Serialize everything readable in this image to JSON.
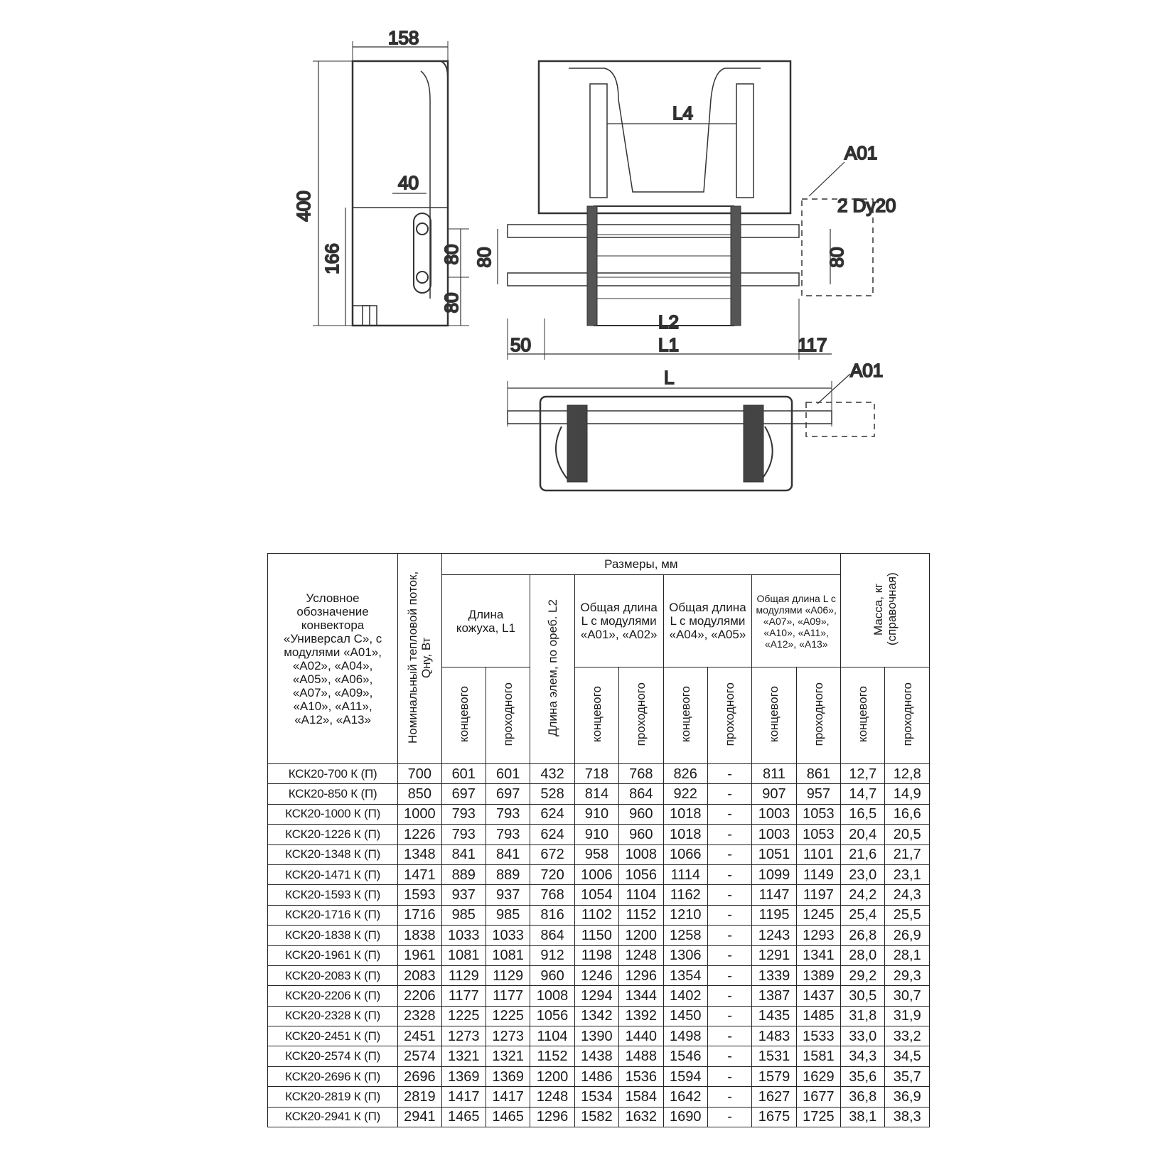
{
  "drawing": {
    "dims": {
      "d158": "158",
      "d400": "400",
      "d40": "40",
      "d166": "166",
      "d80a": "80",
      "d80b": "80",
      "d80c": "80",
      "d80d": "80",
      "L4": "L4",
      "A01_top": "A01",
      "Dy": "2 Dy20",
      "L2": "L2",
      "L1": "L1",
      "d50": "50",
      "d117": "117",
      "L": "L",
      "A01_bottom": "A01"
    }
  },
  "table": {
    "header": {
      "designation": "Условное обозначение конвектора «Универсал С», с модулями «А01», «А02», «А04», «А05», «А06», «А07», «А09», «А10», «А11», «А12», «А13»",
      "heat_flow": "Номинальный тепловой поток, Qну, Вт",
      "dimensions": "Размеры, мм",
      "casing_length": "Длина кожуха, L1",
      "element_length": "Длина элем, по ореб. L2",
      "total_a01": "Общая длина L с модулями «А01», «А02»",
      "total_a04": "Общая длина L с модулями «А04», «А05»",
      "total_a06": "Общая длина L с модулями «А06», «А07», «А09», «А10», «А11», «А12», «А13»",
      "mass": "Масса, кг (справочная)",
      "end": "концевого",
      "pass": "проходного"
    },
    "rows": [
      [
        "КСК20-700 К (П)",
        "700",
        "601",
        "601",
        "432",
        "718",
        "768",
        "826",
        "-",
        "811",
        "861",
        "12,7",
        "12,8"
      ],
      [
        "КСК20-850 К (П)",
        "850",
        "697",
        "697",
        "528",
        "814",
        "864",
        "922",
        "-",
        "907",
        "957",
        "14,7",
        "14,9"
      ],
      [
        "КСК20-1000 К (П)",
        "1000",
        "793",
        "793",
        "624",
        "910",
        "960",
        "1018",
        "-",
        "1003",
        "1053",
        "16,5",
        "16,6"
      ],
      [
        "КСК20-1226 К (П)",
        "1226",
        "793",
        "793",
        "624",
        "910",
        "960",
        "1018",
        "-",
        "1003",
        "1053",
        "20,4",
        "20,5"
      ],
      [
        "КСК20-1348 К (П)",
        "1348",
        "841",
        "841",
        "672",
        "958",
        "1008",
        "1066",
        "-",
        "1051",
        "1101",
        "21,6",
        "21,7"
      ],
      [
        "КСК20-1471 К (П)",
        "1471",
        "889",
        "889",
        "720",
        "1006",
        "1056",
        "1114",
        "-",
        "1099",
        "1149",
        "23,0",
        "23,1"
      ],
      [
        "КСК20-1593 К (П)",
        "1593",
        "937",
        "937",
        "768",
        "1054",
        "1104",
        "1162",
        "-",
        "1147",
        "1197",
        "24,2",
        "24,3"
      ],
      [
        "КСК20-1716 К (П)",
        "1716",
        "985",
        "985",
        "816",
        "1102",
        "1152",
        "1210",
        "-",
        "1195",
        "1245",
        "25,4",
        "25,5"
      ],
      [
        "КСК20-1838 К (П)",
        "1838",
        "1033",
        "1033",
        "864",
        "1150",
        "1200",
        "1258",
        "-",
        "1243",
        "1293",
        "26,8",
        "26,9"
      ],
      [
        "КСК20-1961 К (П)",
        "1961",
        "1081",
        "1081",
        "912",
        "1198",
        "1248",
        "1306",
        "-",
        "1291",
        "1341",
        "28,0",
        "28,1"
      ],
      [
        "КСК20-2083 К (П)",
        "2083",
        "1129",
        "1129",
        "960",
        "1246",
        "1296",
        "1354",
        "-",
        "1339",
        "1389",
        "29,2",
        "29,3"
      ],
      [
        "КСК20-2206 К (П)",
        "2206",
        "1177",
        "1177",
        "1008",
        "1294",
        "1344",
        "1402",
        "-",
        "1387",
        "1437",
        "30,5",
        "30,7"
      ],
      [
        "КСК20-2328 К (П)",
        "2328",
        "1225",
        "1225",
        "1056",
        "1342",
        "1392",
        "1450",
        "-",
        "1435",
        "1485",
        "31,8",
        "31,9"
      ],
      [
        "КСК20-2451 К (П)",
        "2451",
        "1273",
        "1273",
        "1104",
        "1390",
        "1440",
        "1498",
        "-",
        "1483",
        "1533",
        "33,0",
        "33,2"
      ],
      [
        "КСК20-2574 К (П)",
        "2574",
        "1321",
        "1321",
        "1152",
        "1438",
        "1488",
        "1546",
        "-",
        "1531",
        "1581",
        "34,3",
        "34,5"
      ],
      [
        "КСК20-2696 К (П)",
        "2696",
        "1369",
        "1369",
        "1200",
        "1486",
        "1536",
        "1594",
        "-",
        "1579",
        "1629",
        "35,6",
        "35,7"
      ],
      [
        "КСК20-2819 К (П)",
        "2819",
        "1417",
        "1417",
        "1248",
        "1534",
        "1584",
        "1642",
        "-",
        "1627",
        "1677",
        "36,8",
        "36,9"
      ],
      [
        "КСК20-2941 К (П)",
        "2941",
        "1465",
        "1465",
        "1296",
        "1582",
        "1632",
        "1690",
        "-",
        "1675",
        "1725",
        "38,1",
        "38,3"
      ]
    ]
  }
}
